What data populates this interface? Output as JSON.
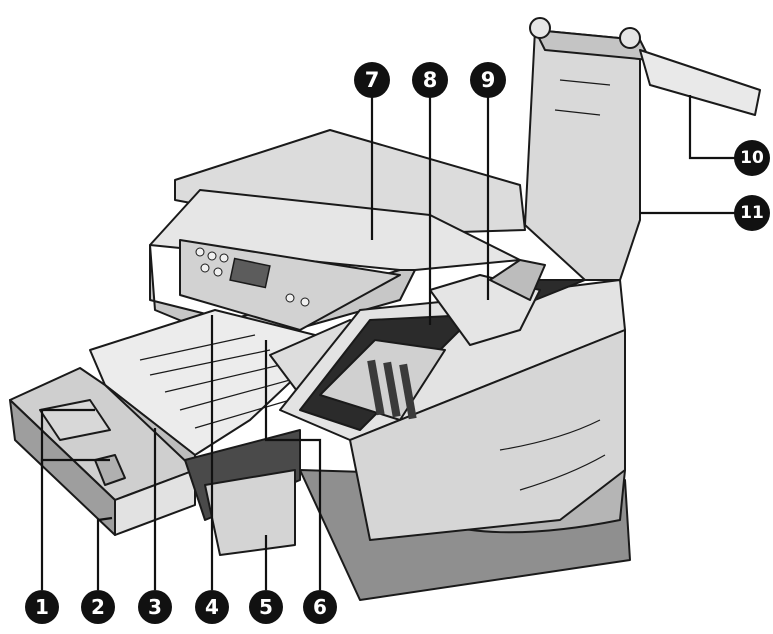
{
  "colors": {
    "ink": "#111111",
    "body_light": "#e9e9e9",
    "body_mid": "#cfcfcf",
    "body_dark": "#a9a9a9",
    "shadow": "#7d7d7d",
    "interior": "#2a2a2a"
  },
  "callouts": [
    {
      "id": "1",
      "label": "1"
    },
    {
      "id": "2",
      "label": "2"
    },
    {
      "id": "3",
      "label": "3"
    },
    {
      "id": "4",
      "label": "4"
    },
    {
      "id": "5",
      "label": "5"
    },
    {
      "id": "6",
      "label": "6"
    },
    {
      "id": "7",
      "label": "7"
    },
    {
      "id": "8",
      "label": "8"
    },
    {
      "id": "9",
      "label": "9"
    },
    {
      "id": "10",
      "label": "10"
    },
    {
      "id": "11",
      "label": "11"
    }
  ]
}
